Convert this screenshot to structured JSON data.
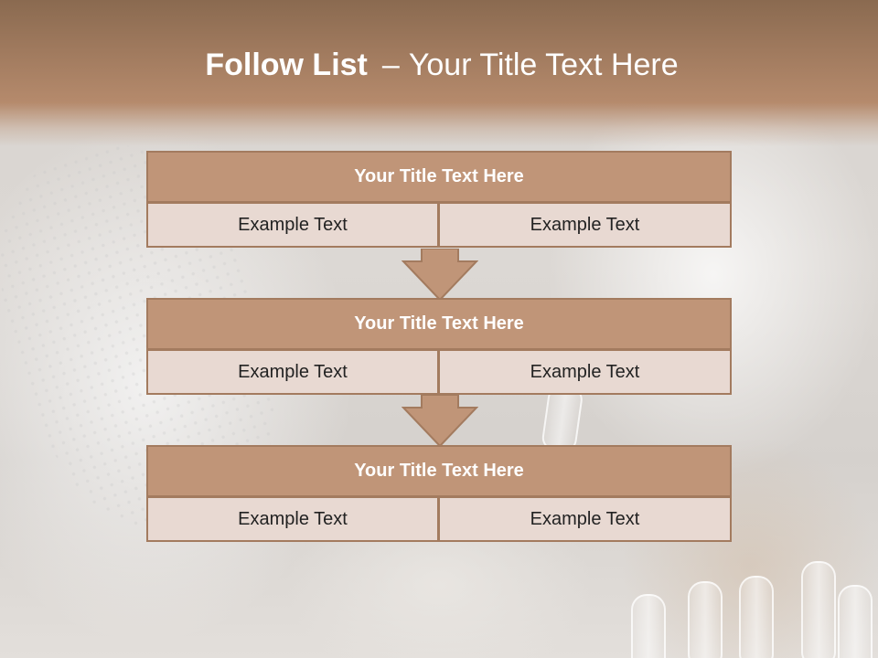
{
  "slide": {
    "title_bold": "Follow List",
    "title_separator": "–",
    "title_rest": "Your Title Text Here"
  },
  "blocks": [
    {
      "title": "Your Title Text Here",
      "left_text": "Example Text",
      "right_text": "Example Text"
    },
    {
      "title": "Your Title Text Here",
      "left_text": "Example Text",
      "right_text": "Example Text"
    },
    {
      "title": "Your Title Text Here",
      "left_text": "Example Text",
      "right_text": "Example Text"
    }
  ],
  "colors": {
    "header_brown": "#a07a5e",
    "block_title_fill": "#c09578",
    "block_border": "#a37b5f",
    "cell_fill": "#e8d9d2",
    "arrow_fill": "#c09578"
  }
}
